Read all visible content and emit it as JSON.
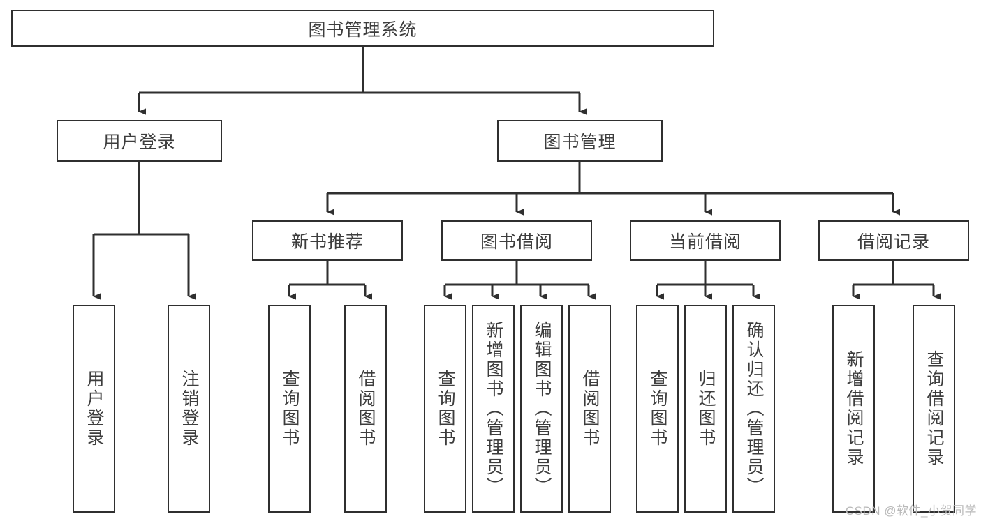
{
  "diagram": {
    "title": "图书管理系统",
    "type": "tree",
    "orientation": "top-down",
    "colors": {
      "box_border": "#2f2f2f",
      "box_fill": "#ffffff",
      "connector": "#2f2f2f",
      "text": "#3d3d3d",
      "watermark": "#b9b9b9",
      "background": "#ffffff"
    },
    "root": {
      "label": "图书管理系统"
    },
    "level2": [
      {
        "id": "user-login",
        "label": "用户登录"
      },
      {
        "id": "book-manage",
        "label": "图书管理"
      }
    ],
    "level3": [
      {
        "id": "new-book-recommend",
        "label": "新书推荐",
        "parent": "book-manage"
      },
      {
        "id": "book-borrow",
        "label": "图书借阅",
        "parent": "book-manage"
      },
      {
        "id": "current-borrow",
        "label": "当前借阅",
        "parent": "book-manage"
      },
      {
        "id": "borrow-record",
        "label": "借阅记录",
        "parent": "book-manage"
      }
    ],
    "leaves": [
      {
        "id": "leaf-user-login",
        "label": "用户登录",
        "parent": "user-login"
      },
      {
        "id": "leaf-user-logout",
        "label": "注销登录",
        "parent": "user-login"
      },
      {
        "id": "leaf-query-book-1",
        "label": "查询图书",
        "parent": "new-book-recommend"
      },
      {
        "id": "leaf-borrow-book-1",
        "label": "借阅图书",
        "parent": "new-book-recommend"
      },
      {
        "id": "leaf-query-book-2",
        "label": "查询图书",
        "parent": "book-borrow"
      },
      {
        "id": "leaf-add-book",
        "label": "新增图书（管理员）",
        "parent": "book-borrow"
      },
      {
        "id": "leaf-edit-book",
        "label": "编辑图书（管理员）",
        "parent": "book-borrow"
      },
      {
        "id": "leaf-borrow-book-2",
        "label": "借阅图书",
        "parent": "book-borrow"
      },
      {
        "id": "leaf-query-book-3",
        "label": "查询图书",
        "parent": "current-borrow"
      },
      {
        "id": "leaf-return-book",
        "label": "归还图书",
        "parent": "current-borrow"
      },
      {
        "id": "leaf-confirm-return",
        "label": "确认归还（管理员）",
        "parent": "current-borrow"
      },
      {
        "id": "leaf-add-record",
        "label": "新增借阅记录",
        "parent": "borrow-record"
      },
      {
        "id": "leaf-query-record",
        "label": "查询借阅记录",
        "parent": "borrow-record"
      }
    ]
  },
  "watermark": {
    "text": "CSDN @软件_小贺同学"
  }
}
